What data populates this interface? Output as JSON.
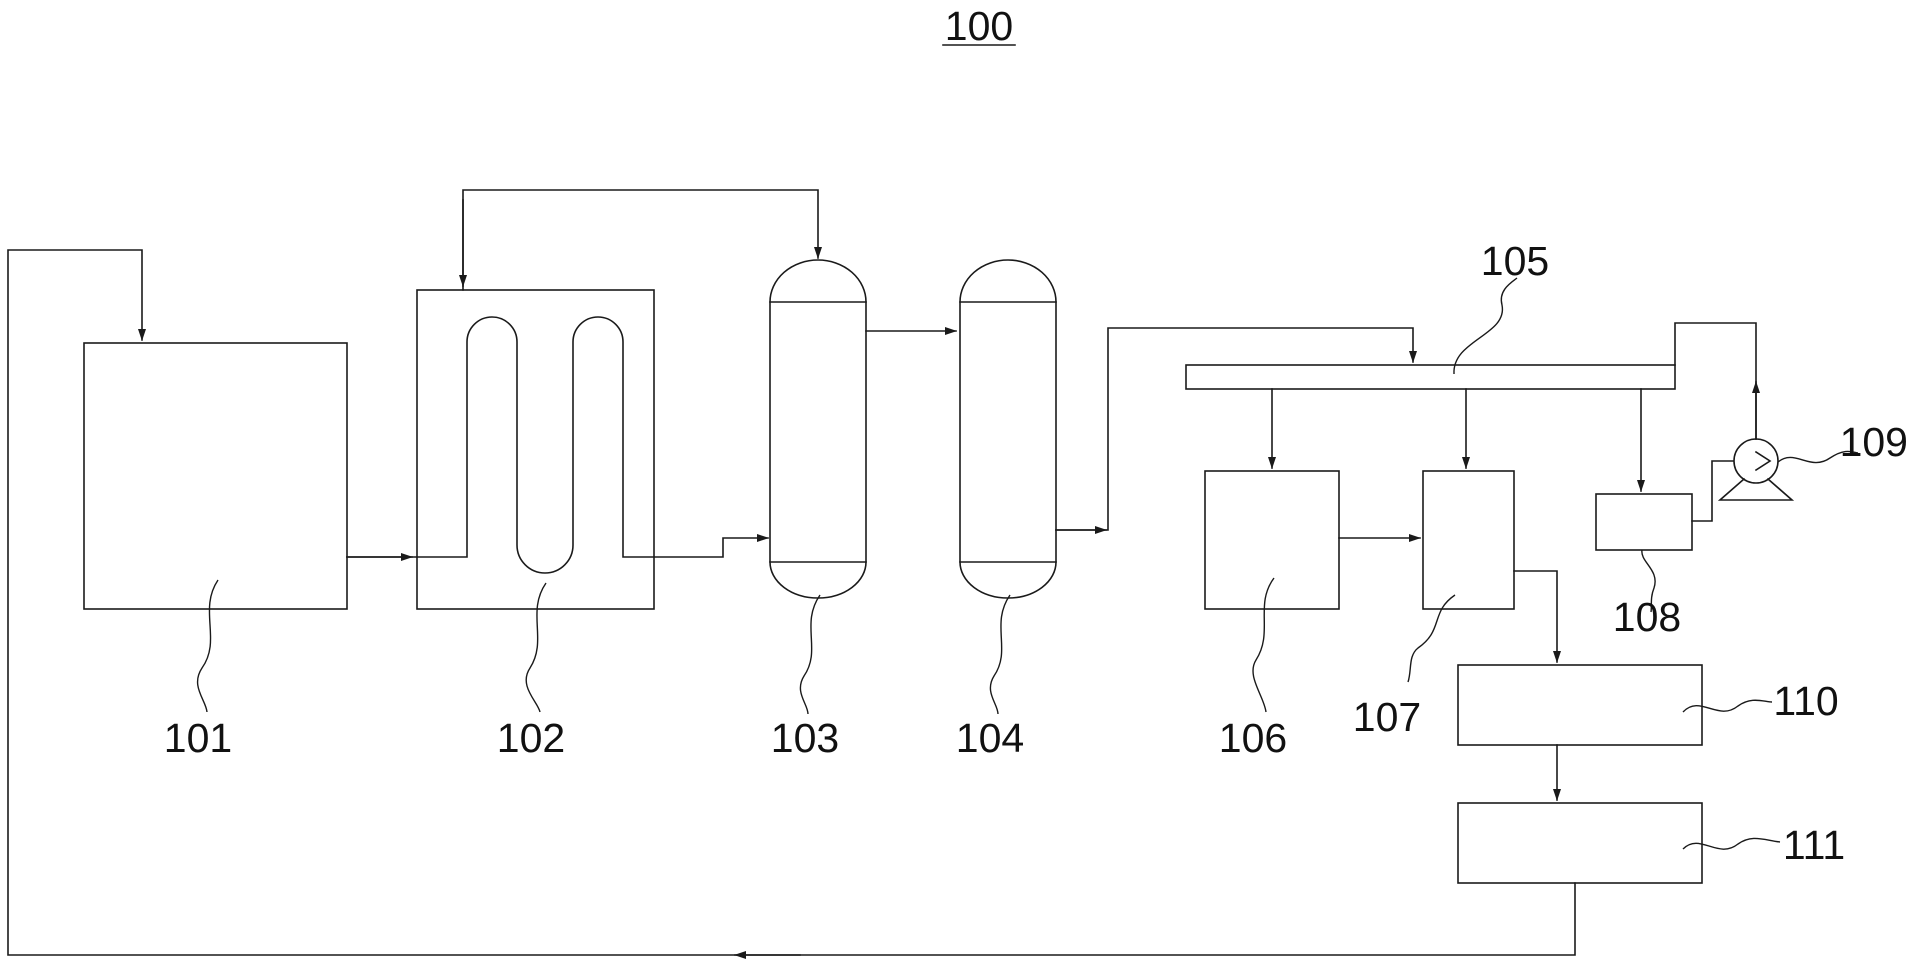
{
  "diagram": {
    "title": "100",
    "labels": {
      "l101": "101",
      "l102": "102",
      "l103": "103",
      "l104": "104",
      "l105": "105",
      "l106": "106",
      "l107": "107",
      "l108": "108",
      "l109": "109",
      "l110": "110",
      "l111": "111"
    }
  }
}
